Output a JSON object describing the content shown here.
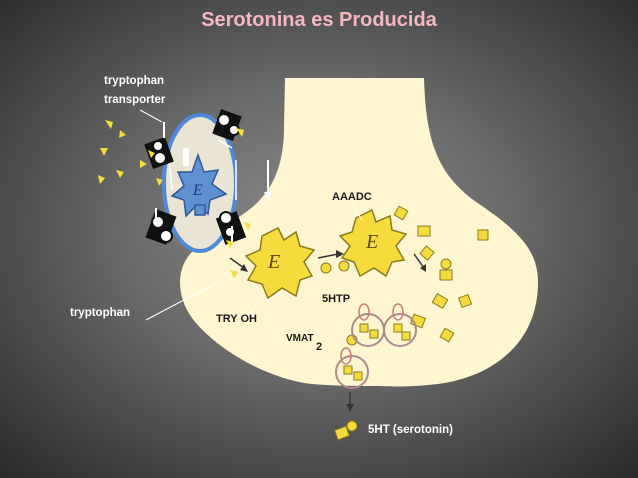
{
  "title": "Serotonina  es  Producida",
  "labels": {
    "tryptophan_transporter_1": "tryptophan",
    "tryptophan_transporter_2": "transporter",
    "tryptophan": "tryptophan",
    "try_oh": "TRY OH",
    "aaadc": "AAADC",
    "five_htp": "5HTP",
    "vmat": "VMAT",
    "vmat_sub": "2",
    "serotonin": "5HT (serotonin)",
    "enzyme_letter": "E",
    "transporter_letter": "E"
  },
  "colors": {
    "title": "#f3b8c0",
    "terminal": "#fdf6d0",
    "yellow": "#f5dc3c",
    "transporter_blue": "#5b8fd0",
    "vesicle_outline": "#ad8b8b"
  },
  "icons": [
    "enzyme-shape",
    "transporter-protein",
    "vesicle",
    "tryptophan-molecule",
    "serotonin-molecule"
  ]
}
